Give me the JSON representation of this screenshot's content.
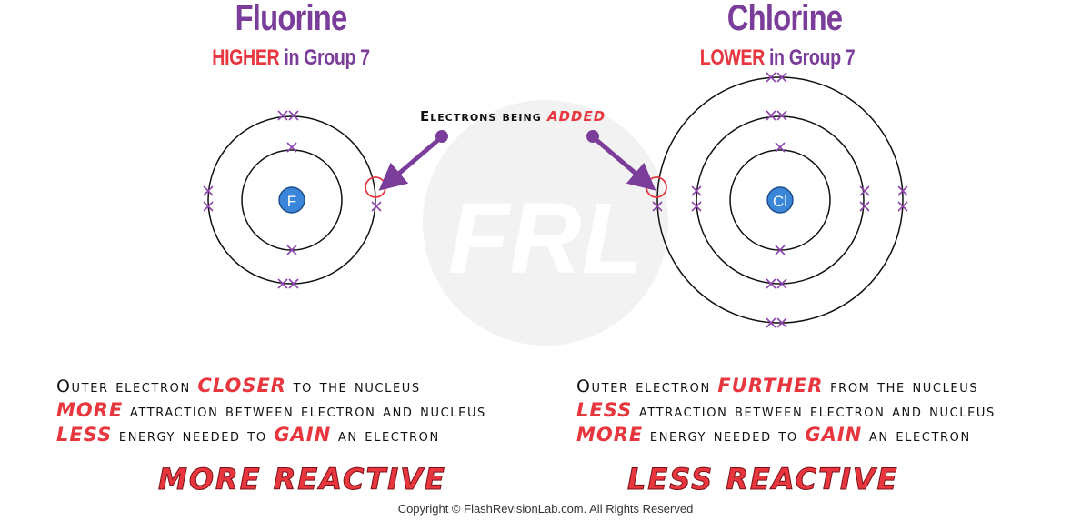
{
  "fluorine": {
    "title": "Fluorine",
    "subtitle_highlight": "HIGHER",
    "subtitle_rest": "in Group 7",
    "symbol": "F",
    "lines": [
      {
        "highlight": "",
        "text_before": "Outer electron",
        "emph": "CLOSER",
        "text_after": "to the nucleus"
      },
      {
        "highlight": "MORE",
        "text_before": "attraction between electron and nucleus",
        "emph": "",
        "text_after": ""
      },
      {
        "highlight": "LESS",
        "text_before": "energy needed to",
        "emph": "GAIN",
        "text_after": "an electron"
      }
    ],
    "verdict": "MORE REACTIVE"
  },
  "chlorine": {
    "title": "Chlorine",
    "subtitle_highlight": "LOWER",
    "subtitle_rest": "in Group 7",
    "symbol": "Cl",
    "lines": [
      {
        "highlight": "",
        "text_before": "Outer electron",
        "emph": "FURTHER",
        "text_after": "from the nucleus"
      },
      {
        "highlight": "LESS",
        "text_before": "attraction between electron and nucleus",
        "emph": "",
        "text_after": ""
      },
      {
        "highlight": "MORE",
        "text_before": "energy needed to",
        "emph": "GAIN",
        "text_after": "an electron"
      }
    ],
    "verdict": "LESS REACTIVE"
  },
  "caption": {
    "text": "Electrons being",
    "highlight": "ADDED"
  },
  "watermark": "FRL",
  "copyright": "Copyright © FlashRevisionLab.com. All Rights Reserved",
  "colors": {
    "purple": "#7b3d9a",
    "red": "#e8363f",
    "nucleus": "#3a86d8",
    "electron": "#8e44ad"
  }
}
